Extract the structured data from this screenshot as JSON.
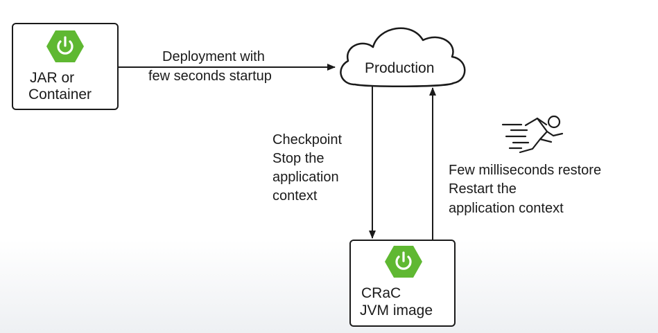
{
  "nodes": {
    "jar": {
      "line1": "JAR or",
      "line2": "Container"
    },
    "production": {
      "label": "Production"
    },
    "crac": {
      "line1": "CRaC",
      "line2": "JVM image"
    }
  },
  "edges": {
    "deploy": {
      "line1": "Deployment with",
      "line2": "few seconds startup"
    },
    "checkpoint": {
      "line1": "Checkpoint",
      "line2": "Stop the",
      "line3": "application",
      "line4": "context"
    },
    "restore": {
      "line1": "Few milliseconds restore",
      "line2": "Restart the",
      "line3": "application context"
    }
  },
  "icons": {
    "logo": "spring-power-icon",
    "runner": "running-person-icon",
    "cloud": "cloud-icon"
  },
  "colors": {
    "spring_green": "#5fb832",
    "stroke": "#1a1a1a"
  }
}
